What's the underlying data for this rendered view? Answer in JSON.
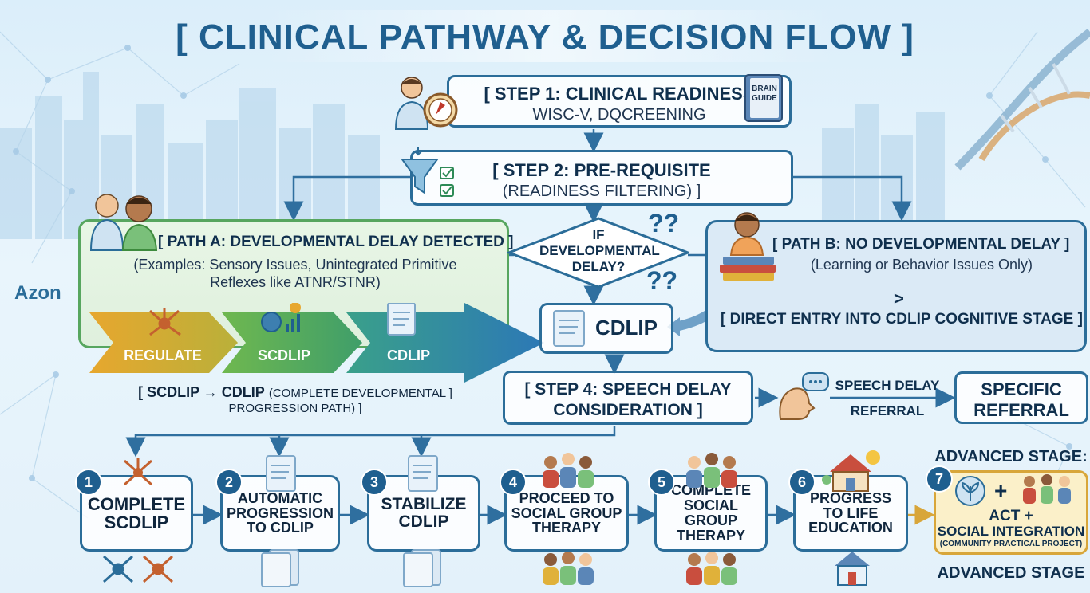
{
  "title": "[ CLINICAL PATHWAY & DECISION FLOW ]",
  "logo": "Azon",
  "step1": {
    "title": "[ STEP 1: CLINICAL READINESS",
    "subtitle": "WISC-V, DQCREENING",
    "book_label": "BRAIN GUIDE"
  },
  "step2": {
    "title": "[ STEP 2: PRE-REQUISITE",
    "subtitle": "(READINESS FILTERING) ]"
  },
  "decision": {
    "line1": "IF",
    "line2": "DEVELOPMENTAL",
    "line3": "DELAY?",
    "marks": "??"
  },
  "path_a": {
    "title": "[ PATH A: DEVELOPMENTAL DELAY DETECTED ]",
    "desc1": "(Examples: Sensory Issues, Unintegrated Primitive",
    "desc2": "Reflexes like ATNR/STNR)",
    "arrows": [
      "REGULATE",
      "SCDLIP",
      "CDLIP"
    ],
    "caption_bold": "[ SCDLIP → CDLIP",
    "caption_rest": "(COMPLETE DEVELOPMENTAL ]",
    "caption_line2": "PROGRESSION PATH) ]"
  },
  "path_b": {
    "title": "[ PATH B: NO DEVELOPMENTAL DELAY ]",
    "desc": "(Learning or Behavior Issues Only)",
    "symbol": ">",
    "entry": "[ DIRECT ENTRY INTO CDLIP COGNITIVE STAGE ]"
  },
  "cdlip": "CDLIP",
  "step4": {
    "line1": "[ STEP 4: SPEECH DELAY",
    "line2": "CONSIDERATION ]"
  },
  "speech": {
    "line1": "SPEECH DELAY",
    "line2": "REFERRAL"
  },
  "specific": {
    "line1": "SPECIFIC",
    "line2": "REFERRAL"
  },
  "stages": [
    {
      "num": "1",
      "lines": [
        "COMPLETE",
        "SCDLIP"
      ]
    },
    {
      "num": "2",
      "lines": [
        "AUTOMATIC",
        "PROGRESSION",
        "TO CDLIP"
      ]
    },
    {
      "num": "3",
      "lines": [
        "STABILIZE",
        "CDLIP"
      ]
    },
    {
      "num": "4",
      "lines": [
        "PROCEED TO",
        "SOCIAL GROUP",
        "THERAPY"
      ]
    },
    {
      "num": "5",
      "lines": [
        "COMPLETE",
        "SOCIAL GROUP",
        "THERAPY"
      ]
    },
    {
      "num": "6",
      "lines": [
        "PROGRESS",
        "TO LIFE",
        "EDUCATION"
      ]
    }
  ],
  "advanced": {
    "num": "7",
    "top_label": "ADVANCED STAGE:",
    "plus": "+",
    "line1": "ACT +",
    "line2": "SOCIAL INTEGRATION",
    "line3": "(COMMUNITY PRACTICAL PROJECT)",
    "bottom_label": "ADVANCED STAGE"
  },
  "colors": {
    "primary": "#2b6d99",
    "path_a": "#57a65f",
    "advanced": "#d8a63a",
    "arrow": "#2f6f9f"
  }
}
